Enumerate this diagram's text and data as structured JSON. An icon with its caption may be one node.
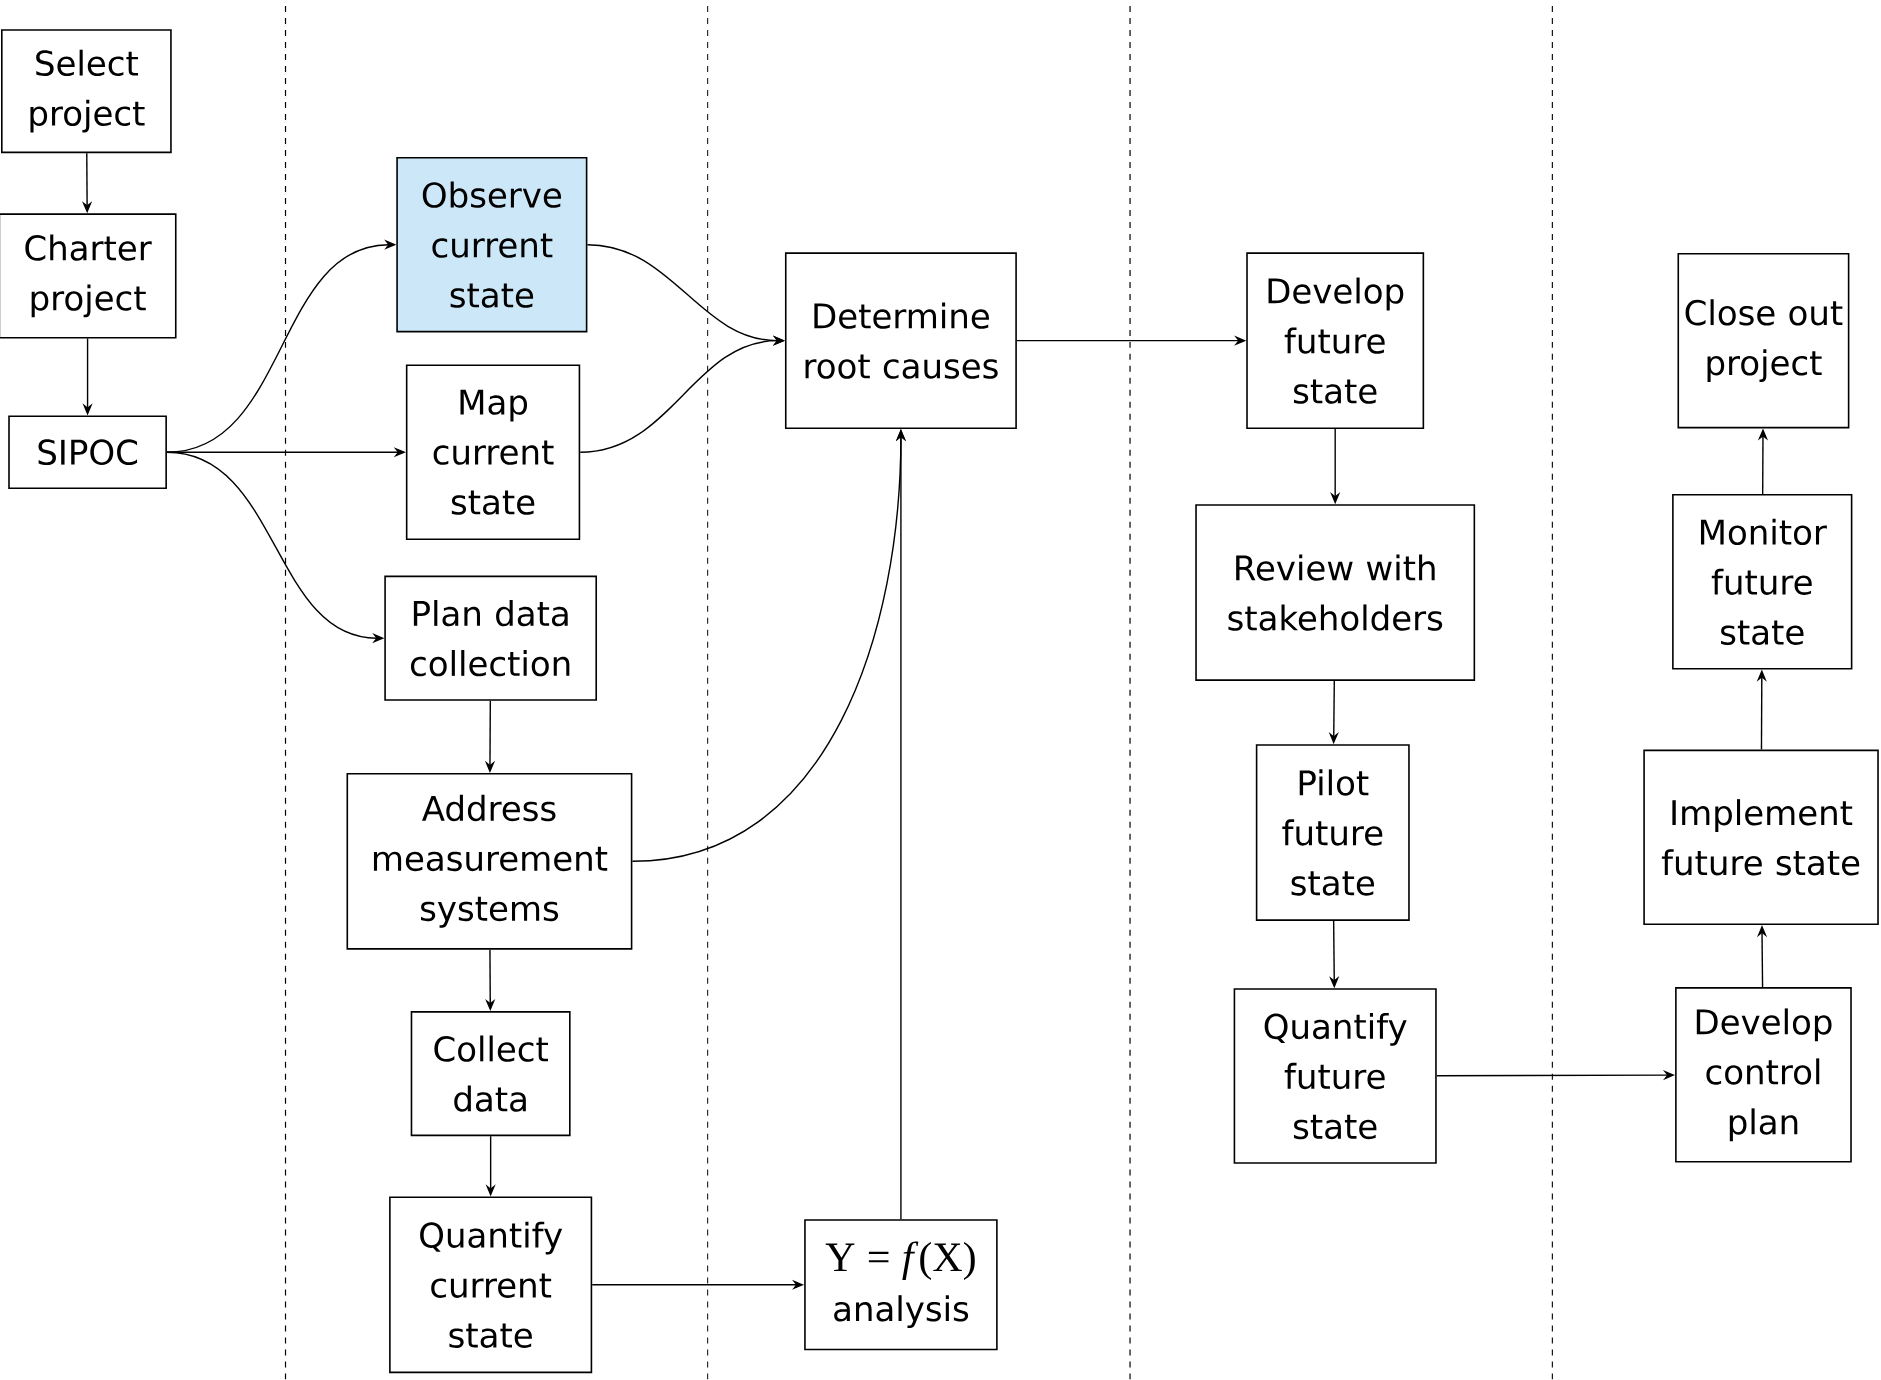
{
  "diagram": {
    "nodes": [
      {
        "text": [
          "Select project"
        ]
      },
      {
        "text": [
          "Charter project"
        ]
      },
      {
        "text": [
          "SIPOC"
        ]
      },
      {
        "text": [
          "Observe current state"
        ]
      },
      {
        "text": [
          "Map current state"
        ]
      },
      {
        "text": [
          "Plan data collection"
        ]
      },
      {
        "text": [
          "Address measurement systems"
        ]
      },
      {
        "text": [
          "Collect data"
        ]
      },
      {
        "text": [
          "Quantify current state"
        ]
      },
      {
        "text": [
          "Determine root causes"
        ]
      },
      {
        "text": [
          "Y = *f*(X)",
          "analysis"
        ]
      },
      {
        "text": [
          "Develop future state"
        ]
      },
      {
        "text": [
          "Review with stakeholders"
        ]
      },
      {
        "text": [
          "Pilot future state"
        ]
      },
      {
        "text": [
          "Quantify future state"
        ]
      },
      {
        "text": [
          "Close out project"
        ]
      },
      {
        "text": [
          "Monitor future state"
        ]
      },
      {
        "text": [
          "Implement future state"
        ]
      },
      {
        "text": [
          "Develop control plan"
        ]
      }
    ],
    "edges": [
      {
        "from": 0,
        "to": 1,
        "arrow": "to"
      },
      {
        "from": 1,
        "to": 2,
        "arrow": "to"
      },
      {
        "from": 2,
        "to": 3,
        "arrow": "to"
      },
      {
        "from": 2,
        "to": 4,
        "arrow": "to"
      },
      {
        "from": 2,
        "to": 5,
        "arrow": "to"
      },
      {
        "from": 3,
        "to": 9,
        "arrow": "to"
      },
      {
        "from": 4,
        "to": 9,
        "arrow": "to"
      },
      {
        "from": 5,
        "to": 6,
        "arrow": "to"
      },
      {
        "from": 6,
        "to": 7,
        "arrow": "to"
      },
      {
        "from": 7,
        "to": 8,
        "arrow": "to"
      },
      {
        "from": 6,
        "to": 9,
        "arrow": "to"
      },
      {
        "from": 8,
        "to": 10,
        "arrow": "to"
      },
      {
        "from": 10,
        "to": 9,
        "arrow": "to"
      },
      {
        "from": 9,
        "to": 11,
        "arrow": "to"
      },
      {
        "from": 11,
        "to": 12,
        "arrow": "to"
      },
      {
        "from": 12,
        "to": 13,
        "arrow": "to"
      },
      {
        "from": 13,
        "to": 14,
        "arrow": "to"
      },
      {
        "from": 14,
        "to": 18,
        "arrow": "to"
      },
      {
        "from": 18,
        "to": 17,
        "arrow": "to"
      },
      {
        "from": 17,
        "to": 16,
        "arrow": "to"
      },
      {
        "from": 16,
        "to": 15,
        "arrow": "to"
      }
    ]
  }
}
